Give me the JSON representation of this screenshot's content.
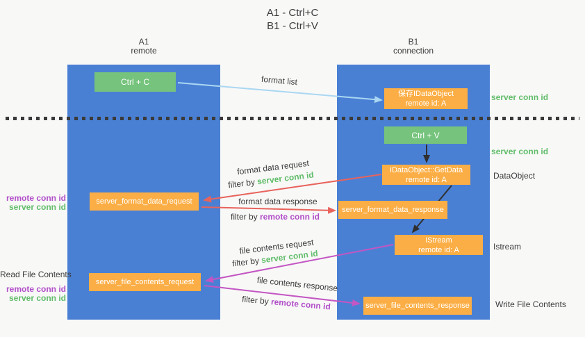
{
  "title": {
    "line1": "A1 - Ctrl+C",
    "line2": "B1 - Ctrl+V"
  },
  "lanes": {
    "left": {
      "name": "A1",
      "subtitle": "remote"
    },
    "right": {
      "name": "B1",
      "subtitle": "connection"
    }
  },
  "boxes": {
    "ctrl_c": {
      "label": "Ctrl + C"
    },
    "ctrl_v": {
      "label": "Ctrl + V"
    },
    "save_idataobject": {
      "line1": "保存IDataObject",
      "line2": "remote id: A"
    },
    "getdata": {
      "line1": "IDataObject::GetData",
      "line2": "remote id: A"
    },
    "istream": {
      "line1": "IStream",
      "line2": "remote id: A"
    },
    "server_format_data_request": {
      "label": "server_format_data_request"
    },
    "server_format_data_response": {
      "label": "server_format_data_response"
    },
    "server_file_contents_request": {
      "label": "server_file_contents_request"
    },
    "server_file_contents_response": {
      "label": "server_file_contents_response"
    }
  },
  "arrow_labels": {
    "format_list": "format list",
    "format_data_request": "format data request",
    "format_data_response": "format data response",
    "file_contents_request": "file contents request",
    "file_contents_response": "file contents response",
    "filter_by": "filter by ",
    "server_conn_id": "server conn id",
    "remote_conn_id": "remote conn id"
  },
  "side_labels": {
    "server_conn_id_top": "server conn id",
    "server_conn_id_mid": "server conn id",
    "dataobject": "DataObject",
    "istream": "Istream",
    "write_file_contents": "Write File Contents",
    "read_file_contents": "Read File Contents",
    "left_remote_conn_id": "remote conn id",
    "left_server_conn_id": "server conn id",
    "left_remote_conn_id_2": "remote conn id",
    "left_server_conn_id_2": "server conn id"
  },
  "colors": {
    "lane_blue": "#4a80d4",
    "box_green": "#75c37c",
    "box_orange": "#fbae45",
    "arrow_light_blue": "#aad7f2",
    "arrow_red": "#e8635c",
    "arrow_magenta": "#c356c3",
    "arrow_black": "#2f2f2f",
    "text_green": "#62bd6a",
    "text_purple": "#b14fc8",
    "text_dark": "#3d3d3d"
  }
}
